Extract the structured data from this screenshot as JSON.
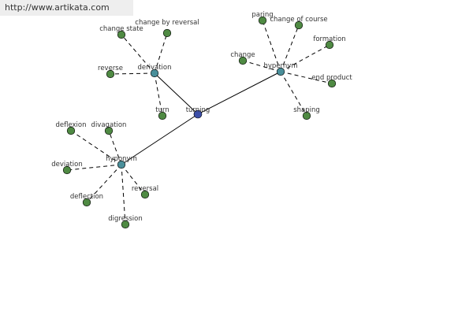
{
  "watermark": {
    "text": "http://www.artikata.com"
  },
  "colors": {
    "center": "#3d4fa8",
    "hub": "#4a8f9a",
    "leaf": "#4f8a43"
  },
  "graph": {
    "center": {
      "id": "turning",
      "label": "turning"
    },
    "hubs": [
      {
        "id": "derivation",
        "label": "derivation"
      },
      {
        "id": "hypernym",
        "label": "hypernym"
      },
      {
        "id": "hyponym",
        "label": "hyponym"
      }
    ],
    "leaves": [
      {
        "id": "change-state",
        "label": "change state",
        "hub": "derivation"
      },
      {
        "id": "change-by-reversal",
        "label": "change by reversal",
        "hub": "derivation"
      },
      {
        "id": "reverse",
        "label": "reverse",
        "hub": "derivation"
      },
      {
        "id": "turn",
        "label": "turn",
        "hub": "derivation"
      },
      {
        "id": "paring",
        "label": "paring",
        "hub": "hypernym"
      },
      {
        "id": "change-of-course",
        "label": "change of course",
        "hub": "hypernym"
      },
      {
        "id": "formation",
        "label": "formation",
        "hub": "hypernym"
      },
      {
        "id": "change",
        "label": "change",
        "hub": "hypernym"
      },
      {
        "id": "end-product",
        "label": "end product",
        "hub": "hypernym"
      },
      {
        "id": "shaping",
        "label": "shaping",
        "hub": "hypernym"
      },
      {
        "id": "deflexion",
        "label": "deflexion",
        "hub": "hyponym"
      },
      {
        "id": "divagation",
        "label": "divagation",
        "hub": "hyponym"
      },
      {
        "id": "deviation",
        "label": "deviation",
        "hub": "hyponym"
      },
      {
        "id": "deflection",
        "label": "deflection",
        "hub": "hyponym"
      },
      {
        "id": "reversal",
        "label": "reversal",
        "hub": "hyponym"
      },
      {
        "id": "digression",
        "label": "digression",
        "hub": "hyponym"
      }
    ]
  }
}
